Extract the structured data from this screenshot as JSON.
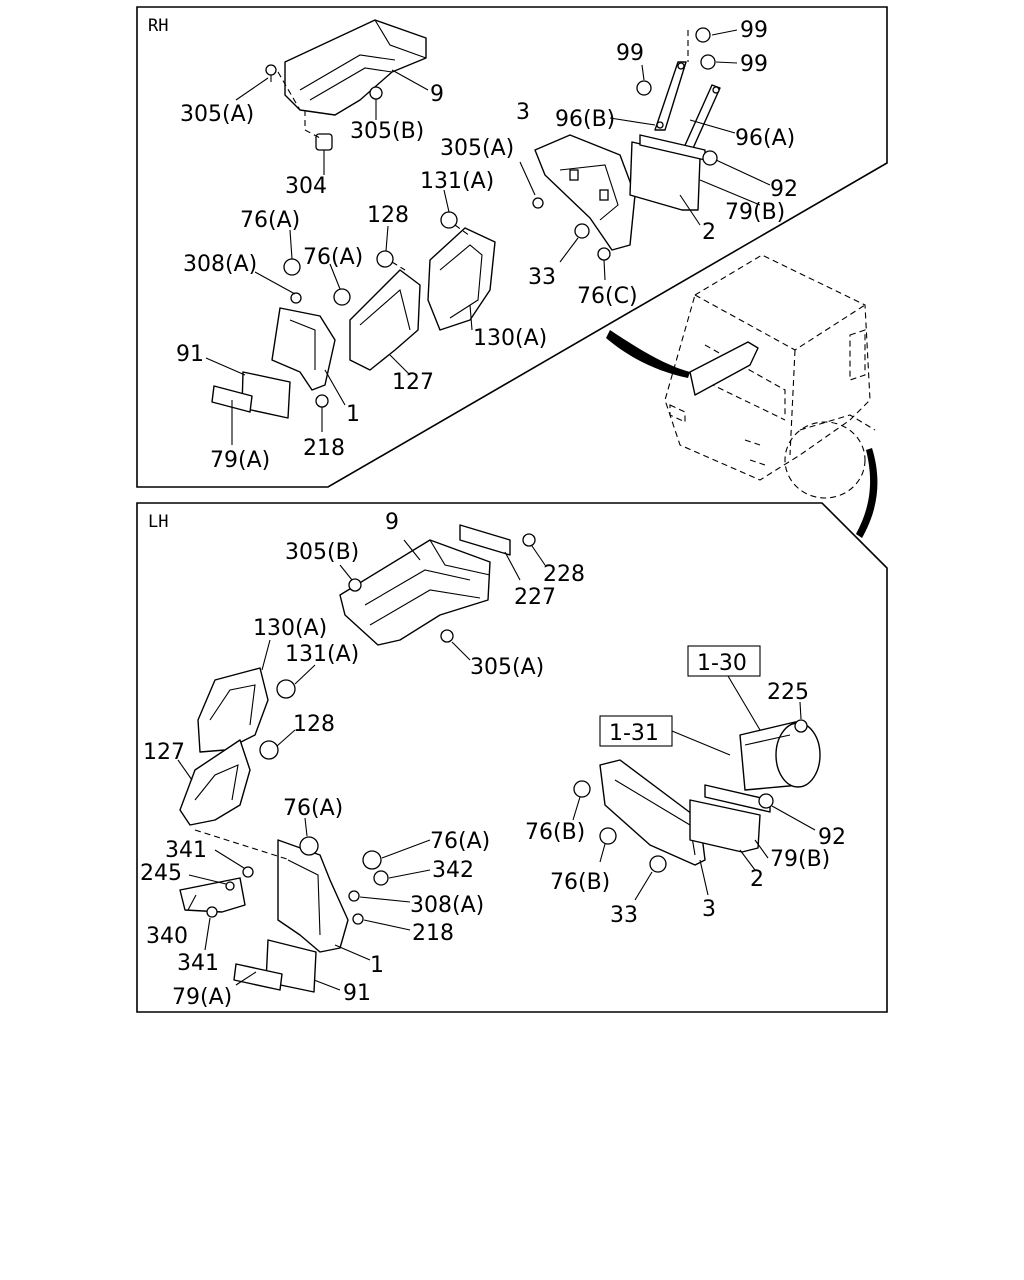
{
  "diagram": {
    "panels": [
      {
        "section": "RH",
        "callouts": [
          "305(A)",
          "9",
          "305(B)",
          "304",
          "99",
          "99",
          "99",
          "3",
          "96(B)",
          "96(A)",
          "305(A)",
          "92",
          "79(B)",
          "2",
          "131(A)",
          "128",
          "76(A)",
          "76(A)",
          "308(A)",
          "33",
          "76(C)",
          "130(A)",
          "91",
          "127",
          "1",
          "79(A)",
          "218"
        ]
      },
      {
        "section": "LH",
        "callouts": [
          "9",
          "305(B)",
          "228",
          "227",
          "305(A)",
          "130(A)",
          "131(A)",
          "128",
          "127",
          "76(A)",
          "341",
          "76(A)",
          "245",
          "342",
          "308(A)",
          "340",
          "218",
          "341",
          "1",
          "79(A)",
          "91",
          "1-30",
          "225",
          "1-31",
          "76(B)",
          "92",
          "76(B)",
          "79(B)",
          "2",
          "33",
          "3"
        ]
      }
    ]
  }
}
